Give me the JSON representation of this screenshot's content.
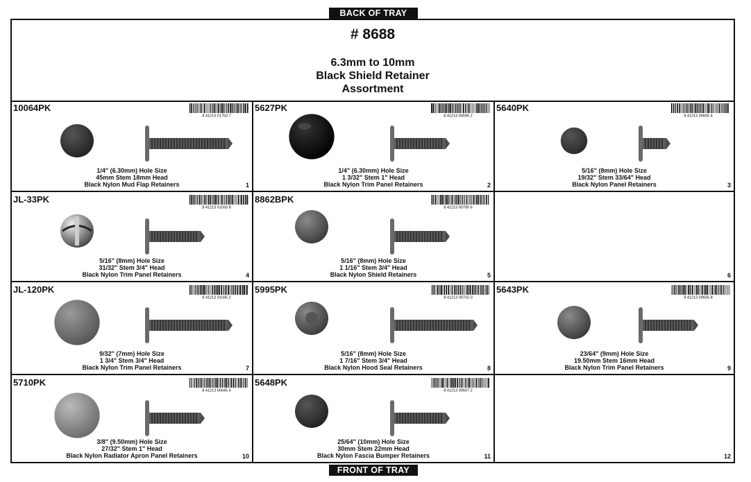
{
  "tray": {
    "back_label": "BACK OF TRAY",
    "front_label": "FRONT OF TRAY"
  },
  "header": {
    "part_number": "# 8688",
    "title_lines": [
      "6.3mm to 10mm",
      "Black Shield Retainer",
      "Assortment"
    ]
  },
  "cells": [
    {
      "code": "10064PK",
      "barcode": "8 41213 01753 7",
      "desc": [
        "1/4\" (6.30mm) Hole Size",
        "45mm Stem 18mm Head",
        "Black Nylon Mud Flap Retainers"
      ],
      "number": "1",
      "head": "matte-dark",
      "stem": "long-screw"
    },
    {
      "code": "5627PK",
      "barcode": "8 41213 00595 2",
      "desc": [
        "1/4\" (6.30mm) Hole Size",
        "1 3/32\" Stem 1\" Head",
        "Black Nylon Trim Panel Retainers"
      ],
      "number": "2",
      "head": "glossy-black",
      "stem": "fir-tree-tip"
    },
    {
      "code": "5640PK",
      "barcode": "8 41213 00605 4",
      "desc": [
        "5/16\" (8mm) Hole Size",
        "19/32\" Stem 33/64\" Head",
        "Black Nylon Panel Retainers"
      ],
      "number": "3",
      "head": "small-dark",
      "stem": "short-arrow"
    },
    {
      "code": "JL-33PK",
      "barcode": "8 41213 01033 8",
      "desc": [
        "5/16\" (8mm) Hole Size",
        "31/32\" Stem 3/4\" Head",
        "Black Nylon Trim Panel Retainers"
      ],
      "number": "4",
      "head": "chrome",
      "stem": "ribbed-cone"
    },
    {
      "code": "8862BPK",
      "barcode": "8 41213 00795 6",
      "desc": [
        "5/16\" (8mm) Hole Size",
        "1 1/16\" Stem 3/4\" Head",
        "Black Nylon Shield Retainers"
      ],
      "number": "5",
      "head": "dark-grey",
      "stem": "ribbed-long"
    },
    {
      "code": "",
      "barcode": "",
      "desc": [],
      "number": "6",
      "head": "",
      "stem": ""
    },
    {
      "code": "JL-120PK",
      "barcode": "8 41213 01035 2",
      "desc": [
        "9/32\" (7mm) Hole Size",
        "1 3/4\" Stem 3/4\" Head",
        "Black Nylon Trim Panel Retainers"
      ],
      "number": "7",
      "head": "textured-grey",
      "stem": "ribbed-xlong"
    },
    {
      "code": "5995PK",
      "barcode": "8 41213 00715 0",
      "desc": [
        "5/16\" (8mm) Hole Size",
        "1 7/16\" Stem 3/4\" Head",
        "Black Nylon Hood Seal Retainers"
      ],
      "number": "8",
      "head": "dimpled",
      "stem": "ribbed-point"
    },
    {
      "code": "5643PK",
      "barcode": "8 41213 00605 8",
      "desc": [
        "23/64\" (9mm) Hole Size",
        "19.50mm Stem 16mm Head",
        "Black Nylon Trim Panel Retainers"
      ],
      "number": "9",
      "head": "dark-grey",
      "stem": "fir-short"
    },
    {
      "code": "5710PK",
      "barcode": "8 41213 00645 4",
      "desc": [
        "3/8\" (9.50mm) Hole Size",
        "27/32\" Stem 1\" Head",
        "Black Nylon Radiator Apron Panel Retainers"
      ],
      "number": "10",
      "head": "light-grey",
      "stem": "fir-cone"
    },
    {
      "code": "5648PK",
      "barcode": "8 41213 00607 2",
      "desc": [
        "25/64\" (10mm) Hole Size",
        "30mm Stem 22mm Head",
        "Black Nylon Fascia Bumper Retainers"
      ],
      "number": "11",
      "head": "matte-dark",
      "stem": "fir-wide"
    },
    {
      "code": "",
      "barcode": "",
      "desc": [],
      "number": "12",
      "head": "",
      "stem": ""
    }
  ]
}
